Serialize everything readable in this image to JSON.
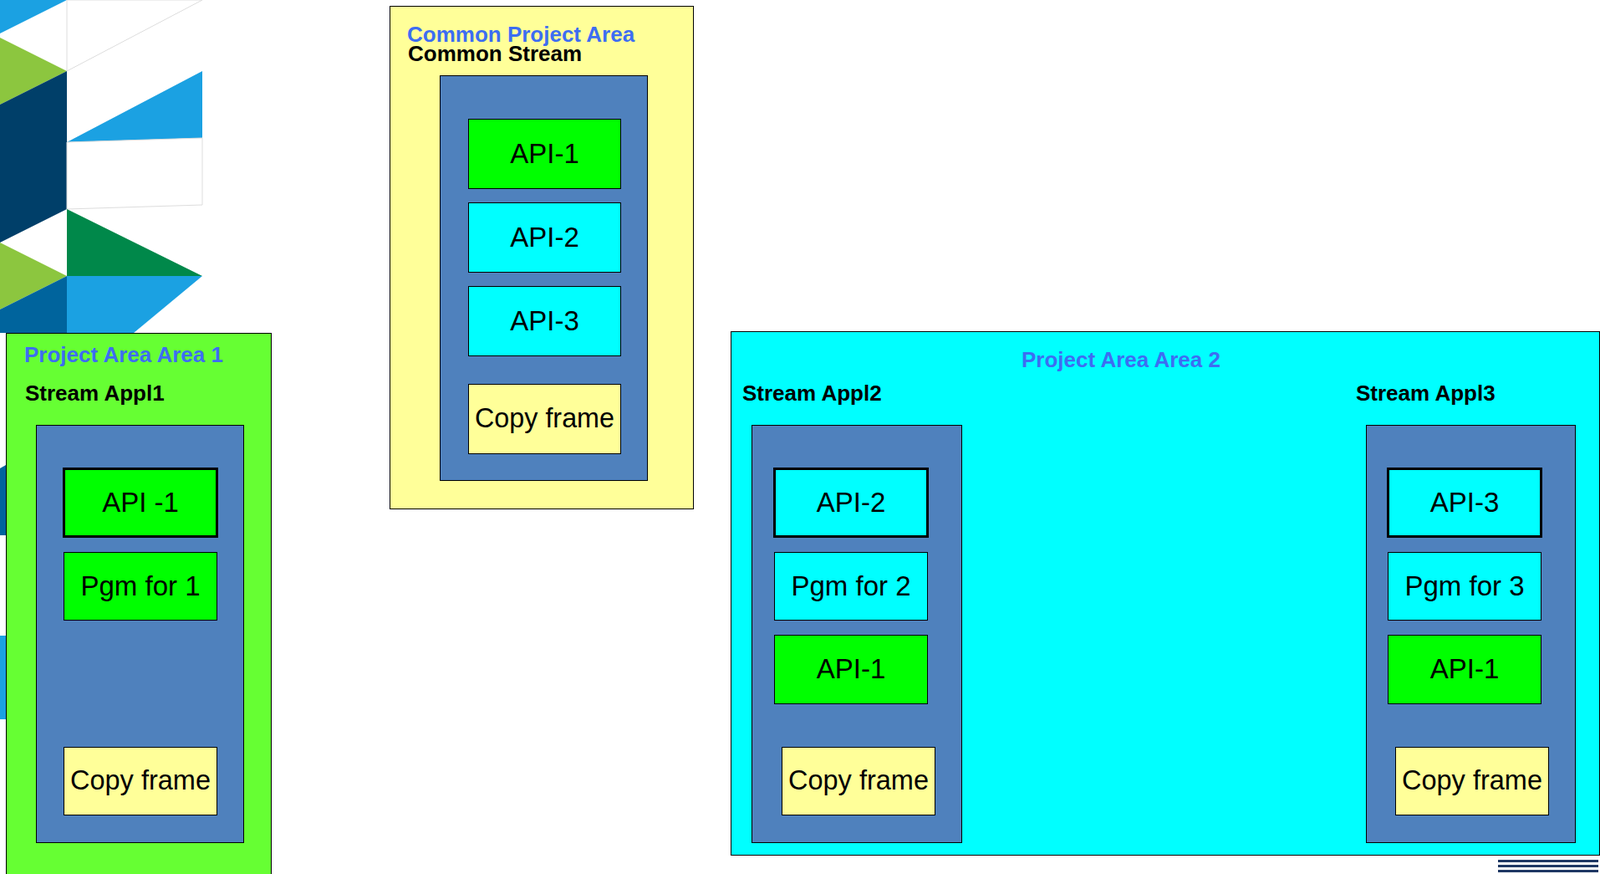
{
  "diagram": {
    "nodes": [
      {
        "text": [
          "Common Project Area"
        ]
      },
      {
        "text": [
          "Common Stream"
        ],
        "in": 0
      },
      {
        "text": [
          "API-1"
        ],
        "in": 1
      },
      {
        "text": [
          "API-2"
        ],
        "in": 1
      },
      {
        "text": [
          "API-3"
        ],
        "in": 1
      },
      {
        "text": [
          "Copy frame"
        ],
        "in": 1
      },
      {
        "text": [
          "Project Area Area 1"
        ]
      },
      {
        "text": [
          "Stream Appl1"
        ],
        "in": 6
      },
      {
        "text": [
          "API -1"
        ],
        "in": 7
      },
      {
        "text": [
          "Pgm for 1"
        ],
        "in": 7
      },
      {
        "text": [
          "Copy frame"
        ],
        "in": 7
      },
      {
        "text": [
          "Project Area Area 2"
        ]
      },
      {
        "text": [
          "Stream Appl2"
        ],
        "in": 11
      },
      {
        "text": [
          "API-2"
        ],
        "in": 12
      },
      {
        "text": [
          "Pgm for 2"
        ],
        "in": 12
      },
      {
        "text": [
          "API-1"
        ],
        "in": 12
      },
      {
        "text": [
          "Copy frame"
        ],
        "in": 12
      },
      {
        "text": [
          "Stream Appl3"
        ],
        "in": 11
      },
      {
        "text": [
          "API-3"
        ],
        "in": 17
      },
      {
        "text": [
          "Pgm for 3"
        ],
        "in": 17
      },
      {
        "text": [
          "API-1"
        ],
        "in": 17
      },
      {
        "text": [
          "Copy frame"
        ],
        "in": 17
      }
    ]
  }
}
